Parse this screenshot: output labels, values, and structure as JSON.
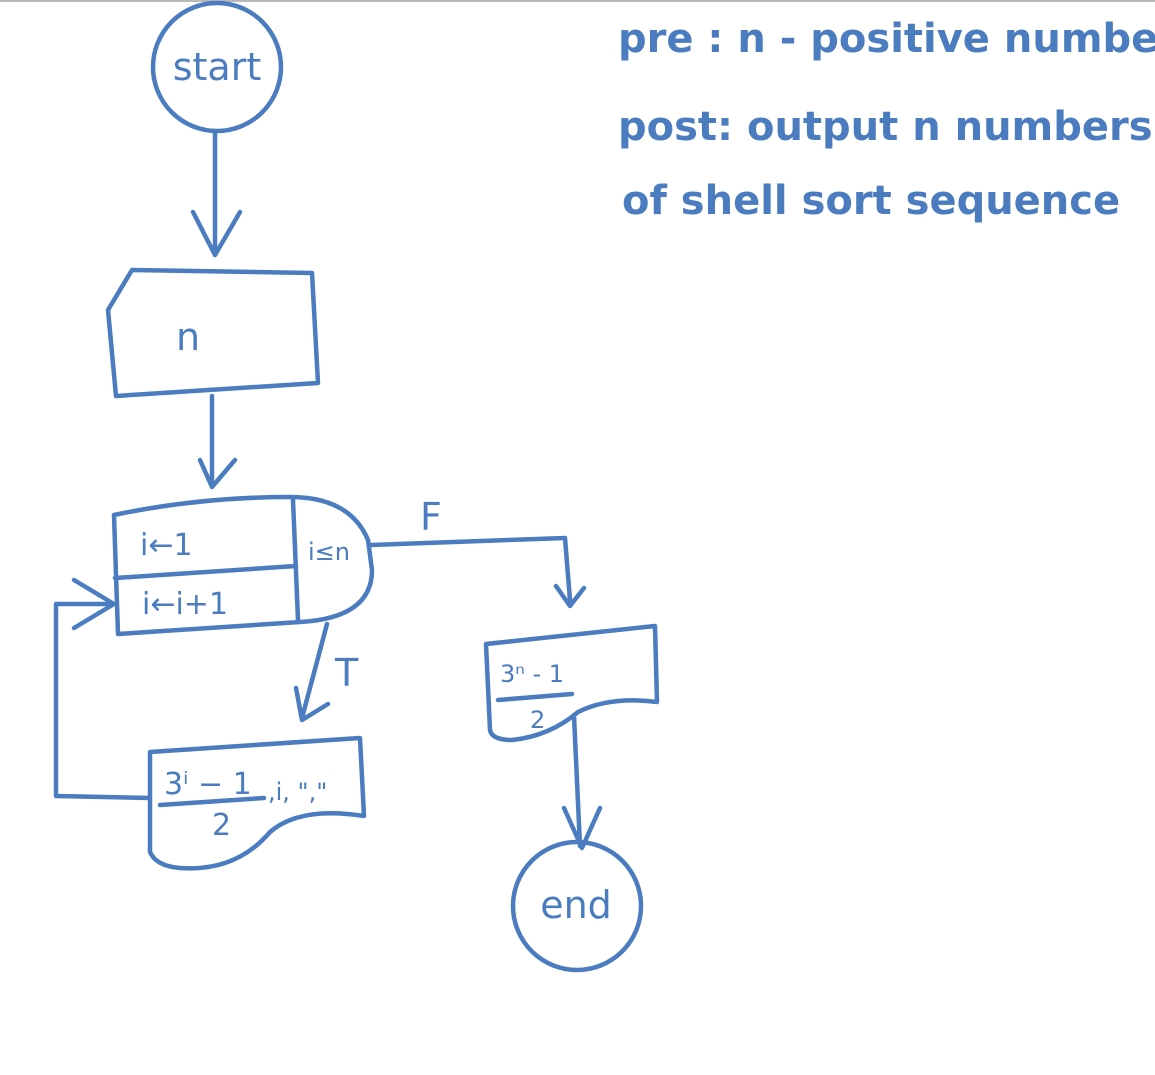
{
  "notes": {
    "pre": "pre : n - positive number",
    "post_line1": "post: output n numbers",
    "post_line2": "of shell sort sequence"
  },
  "nodes": {
    "start": "start",
    "input": "n",
    "loop_init": "i←1",
    "loop_update": "i←i+1",
    "loop_cond": "i≤n",
    "output_loop": {
      "numerator": "3ⁱ − 1",
      "denominator": "2",
      "suffix": ",i, \",\""
    },
    "output_end": {
      "numerator": "3ⁿ - 1",
      "denominator": "2"
    },
    "end": "end"
  },
  "edges": {
    "false_label": "F",
    "true_label": "T"
  }
}
